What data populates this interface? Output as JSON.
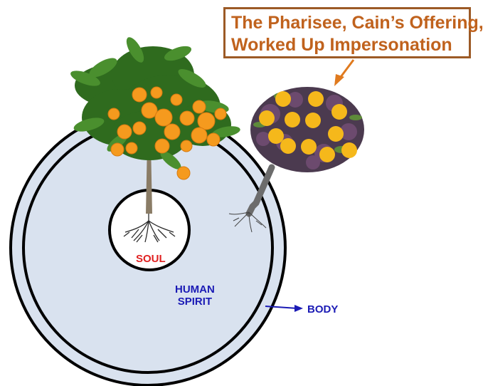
{
  "callout": {
    "line1": "The Pharisee, Cain’s Offering,",
    "line2": "Worked Up Impersonation"
  },
  "labels": {
    "soul": "SOUL",
    "human": "HUMAN",
    "spirit": "SPIRIT",
    "body": "BODY"
  },
  "colors": {
    "circle_fill": "#d9e2ef",
    "callout_text": "#c0621d",
    "callout_border": "#9c5a26",
    "soul_label": "#e02020",
    "spirit_label": "#1b1bb5",
    "orange_fruit": "#f59a1e",
    "yellow_fruit": "#f5b81b"
  },
  "icons": {
    "tree": "orange-tree-icon",
    "fake_fruit_cluster": "berry-bush-icon"
  }
}
